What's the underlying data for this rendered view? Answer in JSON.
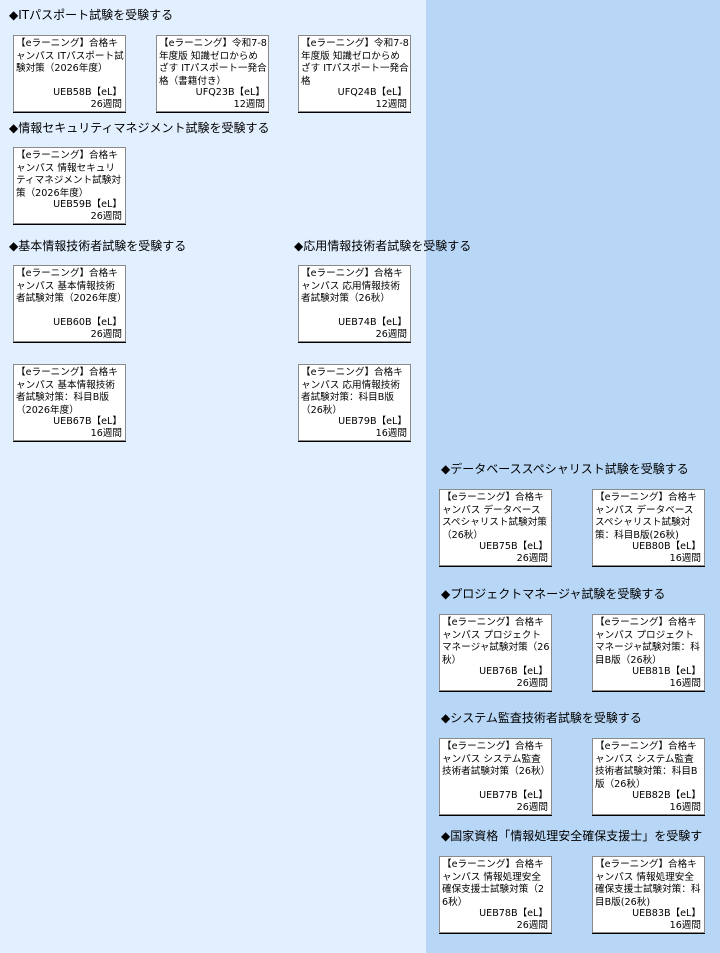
{
  "sections": [
    {
      "key": "itp",
      "title": "◆ITパスポート試験を受験する",
      "courses": [
        {
          "title": "【eラーニング】合格キャンパス ITパスポート試験対策（2026年度）",
          "code": "UEB58B【eL】",
          "duration": "26週間"
        },
        {
          "title": "【eラーニング】令和7-8年度版 知識ゼロからめざす ITパスポート一発合格（書籍付き）",
          "code": "UFQ23B【eL】",
          "duration": "12週間"
        },
        {
          "title": "【eラーニング】令和7-8年度版 知識ゼロからめざす ITパスポート一発合格",
          "code": "UFQ24B【eL】",
          "duration": "12週間"
        }
      ]
    },
    {
      "key": "sg",
      "title": "◆情報セキュリティマネジメント試験を受験する",
      "courses": [
        {
          "title": "【eラーニング】合格キャンパス 情報セキュリティマネジメント試験対策（2026年度）",
          "code": "UEB59B【eL】",
          "duration": "26週間"
        }
      ]
    },
    {
      "key": "fe",
      "title": "◆基本情報技術者試験を受験する",
      "courses": [
        {
          "title": "【eラーニング】合格キャンパス 基本情報技術者試験対策（2026年度）",
          "code": "UEB60B【eL】",
          "duration": "26週間"
        },
        {
          "title": "【eラーニング】合格キャンパス 基本情報技術者試験対策：科目B版（2026年度）",
          "code": "UEB67B【eL】",
          "duration": "16週間"
        }
      ]
    },
    {
      "key": "ap",
      "title": "◆応用情報技術者試験を受験する",
      "courses": [
        {
          "title": "【eラーニング】合格キャンパス 応用情報技術者試験対策（26秋）",
          "code": "UEB74B【eL】",
          "duration": "26週間"
        },
        {
          "title": "【eラーニング】合格キャンパス 応用情報技術者試験対策：科目B版（26秋）",
          "code": "UEB79B【eL】",
          "duration": "16週間"
        }
      ]
    },
    {
      "key": "db",
      "title": "◆データベーススペシャリスト試験を受験する",
      "courses": [
        {
          "title": "【eラーニング】合格キャンパス データベーススペシャリスト試験対策（26秋）",
          "code": "UEB75B【eL】",
          "duration": "26週間"
        },
        {
          "title": "【eラーニング】合格キャンパス データベーススペシャリスト試験対策：科目B版(26秋)",
          "code": "UEB80B【eL】",
          "duration": "16週間"
        }
      ]
    },
    {
      "key": "pm",
      "title": "◆プロジェクトマネージャ試験を受験する",
      "courses": [
        {
          "title": "【eラーニング】合格キャンパス プロジェクトマネージャ試験対策（26秋）",
          "code": "UEB76B【eL】",
          "duration": "26週間"
        },
        {
          "title": "【eラーニング】合格キャンパス プロジェクトマネージャ試験対策：科目B版（26秋）",
          "code": "UEB81B【eL】",
          "duration": "16週間"
        }
      ]
    },
    {
      "key": "au",
      "title": "◆システム監査技術者試験を受験する",
      "courses": [
        {
          "title": "【eラーニング】合格キャンパス システム監査技術者試験対策（26秋）",
          "code": "UEB77B【eL】",
          "duration": "26週間"
        },
        {
          "title": "【eラーニング】合格キャンパス システム監査技術者試験対策：科目B版（26秋）",
          "code": "UEB82B【eL】",
          "duration": "16週間"
        }
      ]
    },
    {
      "key": "sc",
      "title": "◆国家資格「情報処理安全確保支援士」を受験す",
      "courses": [
        {
          "title": "【eラーニング】合格キャンパス 情報処理安全確保支援士試験対策（26秋）",
          "code": "UEB78B【eL】",
          "duration": "26週間"
        },
        {
          "title": "【eラーニング】合格キャンパス 情報処理安全確保支援士試験対策：科目B版(26秋)",
          "code": "UEB83B【eL】",
          "duration": "16週間"
        }
      ]
    }
  ]
}
